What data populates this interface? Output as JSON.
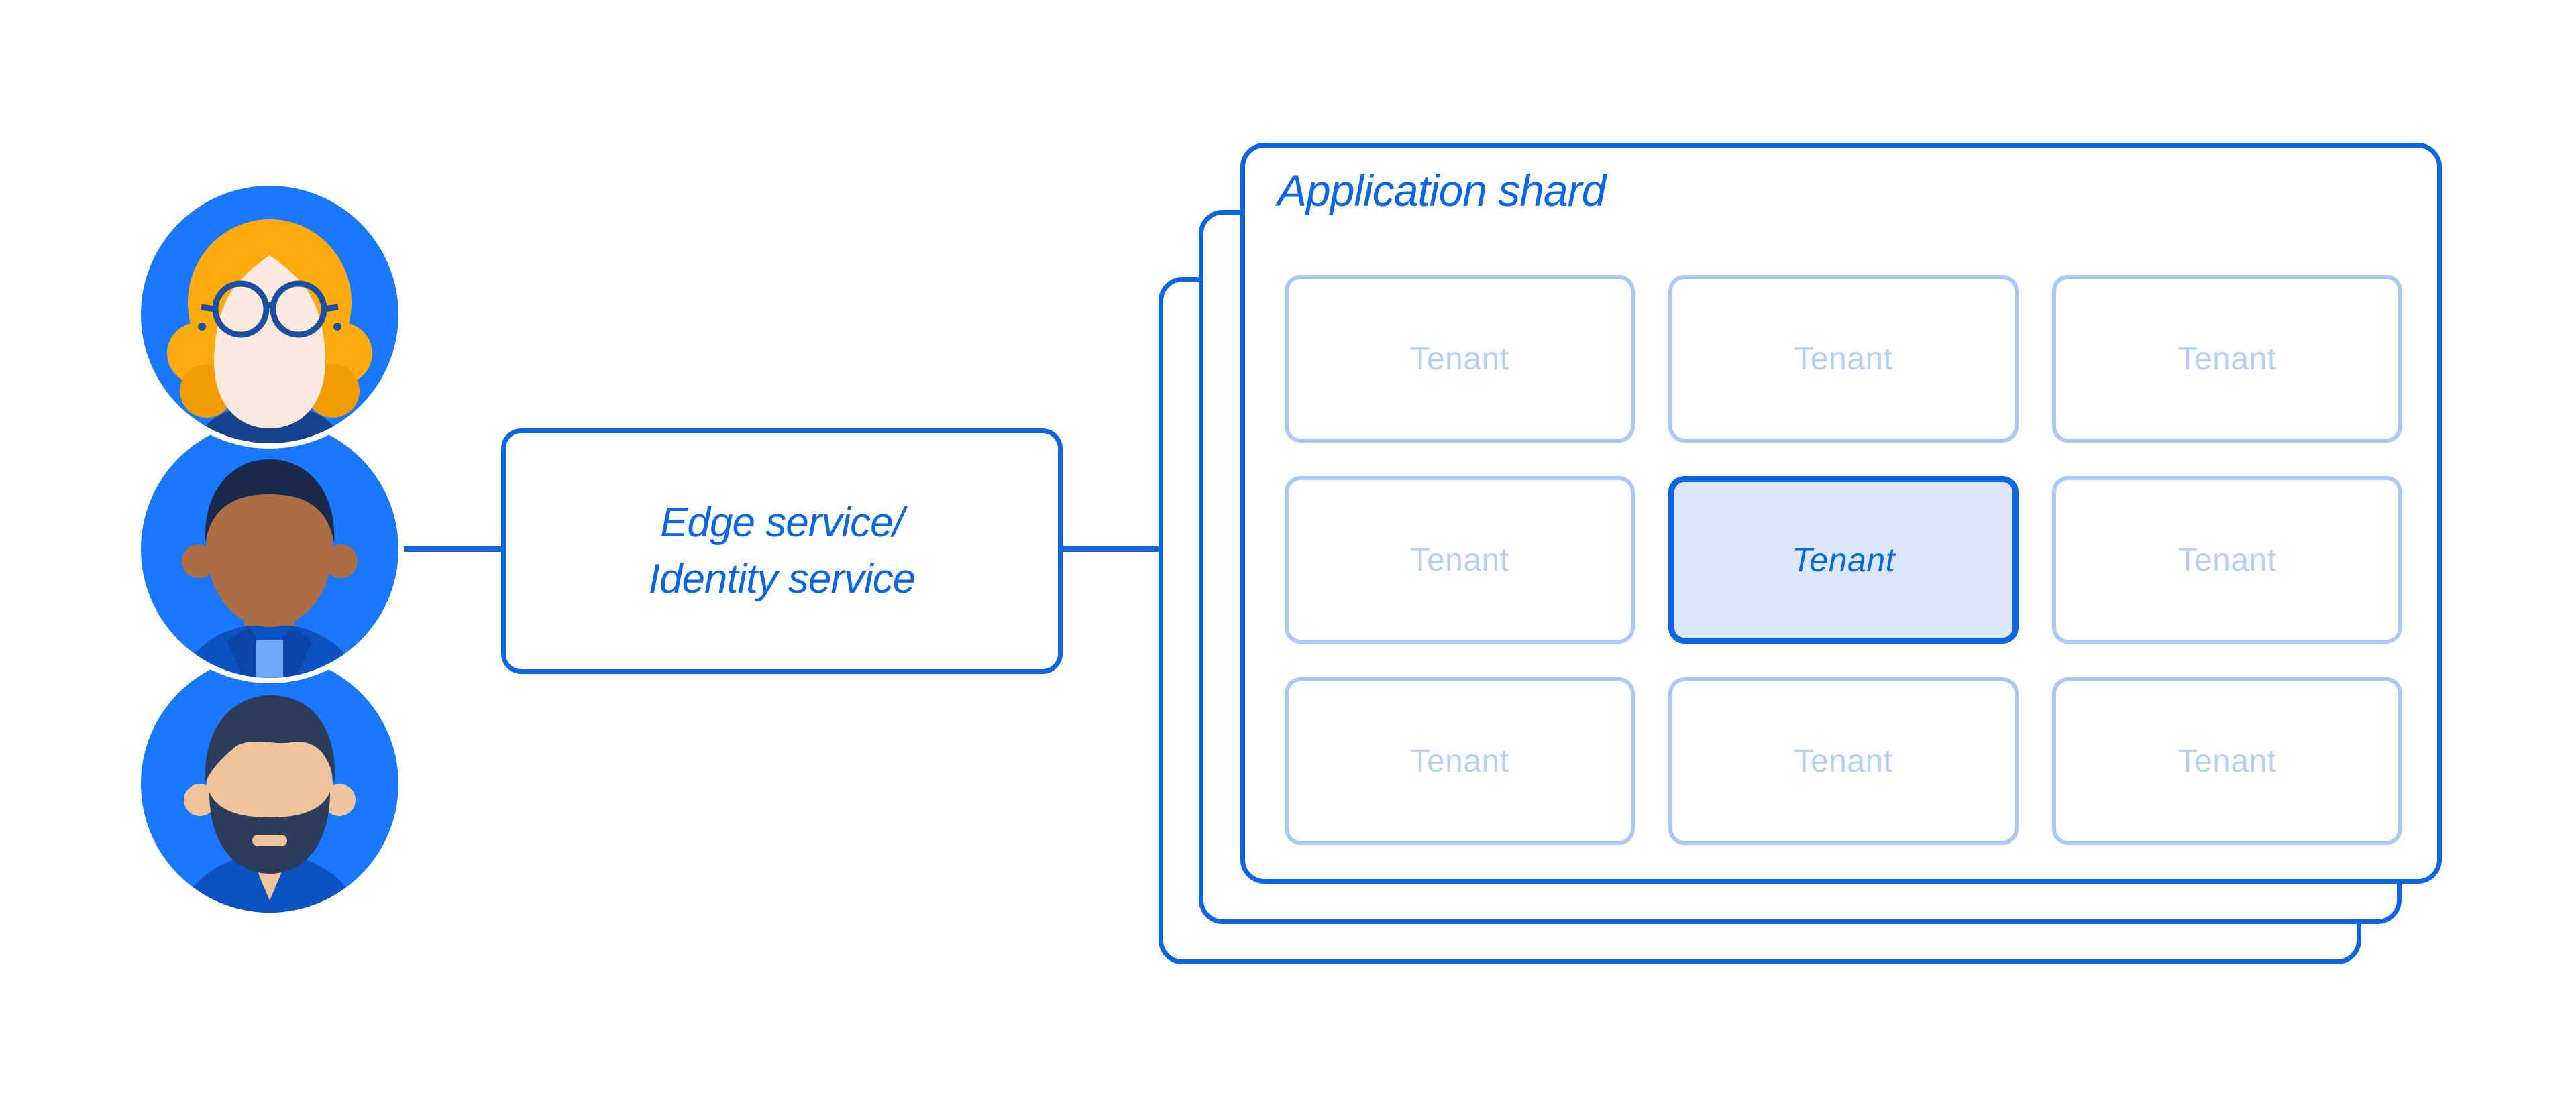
{
  "colors": {
    "accent": "#0C66E4",
    "avatar_circle": "#1A78FC",
    "tenant_border": "#A9C9F8",
    "tenant_text": "#B3CFFA",
    "tenant_highlight_fill": "#DBE8FC",
    "background": "#FFFFFF"
  },
  "users": {
    "items": [
      {
        "icon": "woman-with-glasses-avatar"
      },
      {
        "icon": "man-avatar"
      },
      {
        "icon": "bearded-man-avatar"
      }
    ]
  },
  "edge_service": {
    "line1": "Edge service/",
    "line2": "Identity service"
  },
  "application_shard": {
    "title": "Application shard",
    "stack_depth": 3,
    "tenants": [
      {
        "label": "Tenant",
        "highlighted": false
      },
      {
        "label": "Tenant",
        "highlighted": false
      },
      {
        "label": "Tenant",
        "highlighted": false
      },
      {
        "label": "Tenant",
        "highlighted": false
      },
      {
        "label": "Tenant",
        "highlighted": true
      },
      {
        "label": "Tenant",
        "highlighted": false
      },
      {
        "label": "Tenant",
        "highlighted": false
      },
      {
        "label": "Tenant",
        "highlighted": false
      },
      {
        "label": "Tenant",
        "highlighted": false
      }
    ]
  }
}
